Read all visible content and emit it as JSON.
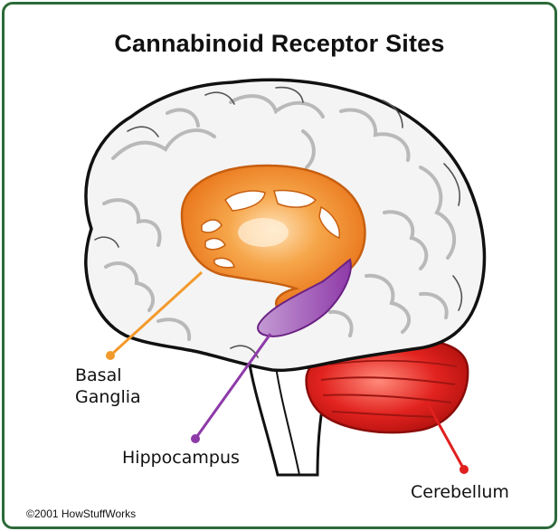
{
  "diagram": {
    "title": "Cannabinoid Receptor Sites",
    "labels": {
      "basal_ganglia_line1": "Basal",
      "basal_ganglia_line2": "Ganglia",
      "hippocampus": "Hippocampus",
      "cerebellum": "Cerebellum"
    },
    "copyright": "©2001 HowStuffWorks",
    "colors": {
      "frame": "#2d6a3a",
      "basal_ganglia": "#f39a2c",
      "hippocampus": "#8e3aa8",
      "cerebellum": "#e0201f",
      "brain_fill": "#f4f4f4",
      "brain_outline": "#111111"
    }
  }
}
